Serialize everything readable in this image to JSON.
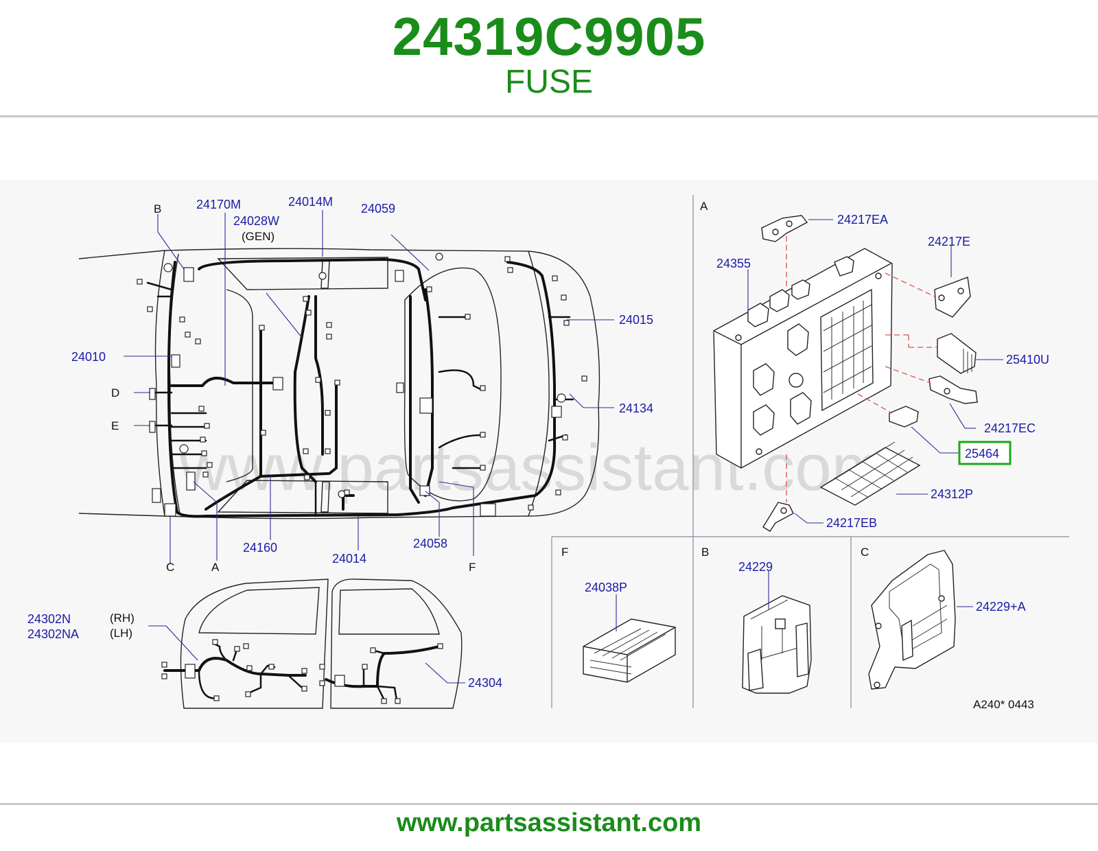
{
  "header": {
    "part_number": "24319C9905",
    "part_name": "FUSE"
  },
  "footer": {
    "url": "www.partsassistant.com"
  },
  "diagram": {
    "watermark": "www.partsassistant.com",
    "highlighted_part": "25464",
    "highlight_color": "#1aa81a",
    "title_color": "#1a8c1a",
    "label_color": "#1a1aa8",
    "callouts": {
      "p24170M": "24170M",
      "p24014M": "24014M",
      "p24059": "24059",
      "p24028W": "24028W",
      "gen": "(GEN)",
      "p24010": "24010",
      "p24015": "24015",
      "p24134": "24134",
      "p24160": "24160",
      "p24014": "24014",
      "p24058": "24058",
      "p24302N": "24302N",
      "p24302NA": "24302NA",
      "rh": "(RH)",
      "lh": "(LH)",
      "p24304": "24304",
      "p24217EA": "24217EA",
      "p24217E": "24217E",
      "p24355": "24355",
      "p25410U": "25410U",
      "p24217EC": "24217EC",
      "p25464": "25464",
      "p24312P": "24312P",
      "p24217EB": "24217EB",
      "p24038P": "24038P",
      "p24229": "24229",
      "p24229A": "24229+A",
      "ref": "A240*   0443"
    },
    "letters": {
      "B": "B",
      "D": "D",
      "E": "E",
      "C": "C",
      "A": "A",
      "F": "F",
      "panelA": "A",
      "panelF": "F",
      "panelB": "B",
      "panelC": "C"
    }
  }
}
